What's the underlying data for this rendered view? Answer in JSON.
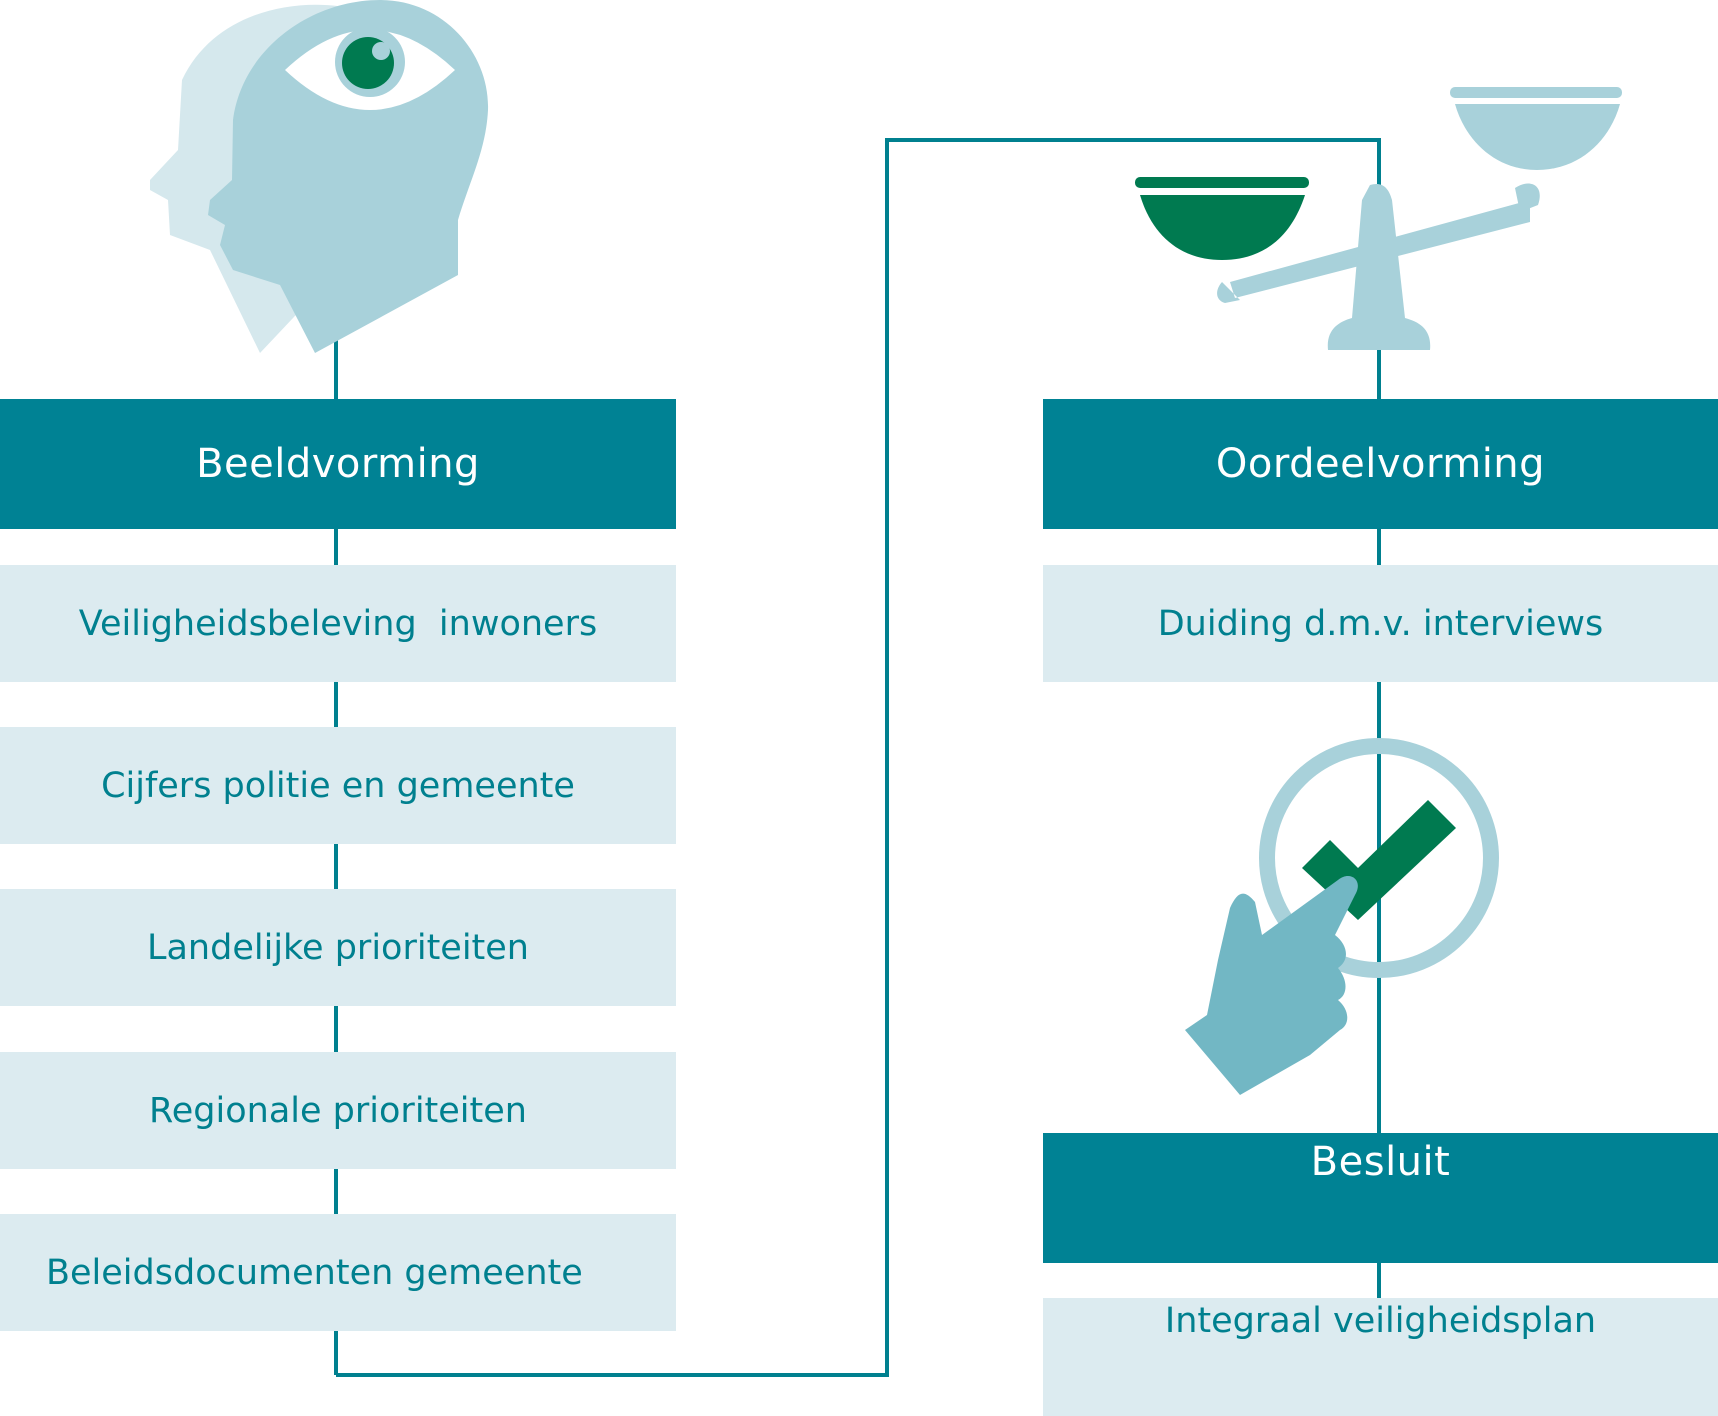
{
  "colors": {
    "header_bg": "#008294",
    "header_text": "#ffffff",
    "item_bg": "#dcebf0",
    "item_text": "#00808f",
    "connector": "#00808f",
    "icon_light": "#a8d1da",
    "icon_pale": "#d5e8ed",
    "icon_green": "#007a50",
    "icon_mid": "#72b7c4"
  },
  "icons": {
    "head": "head-with-eye-icon",
    "scale": "balance-scale-icon",
    "decision": "pointing-hand-checkmark-icon"
  },
  "left_column": {
    "header": "Beeldvorming",
    "items": [
      "Veiligheidsbeleving  inwoners",
      "Cijfers politie en gemeente",
      "Landelijke prioriteiten",
      "Regionale prioriteiten",
      "Beleidsdocumenten gemeente"
    ]
  },
  "right_column": {
    "header": "Oordeelvorming",
    "items": [
      "Duiding d.m.v. interviews"
    ]
  },
  "decision": {
    "header": "Besluit",
    "items": [
      "Integraal veiligheidsplan"
    ]
  }
}
